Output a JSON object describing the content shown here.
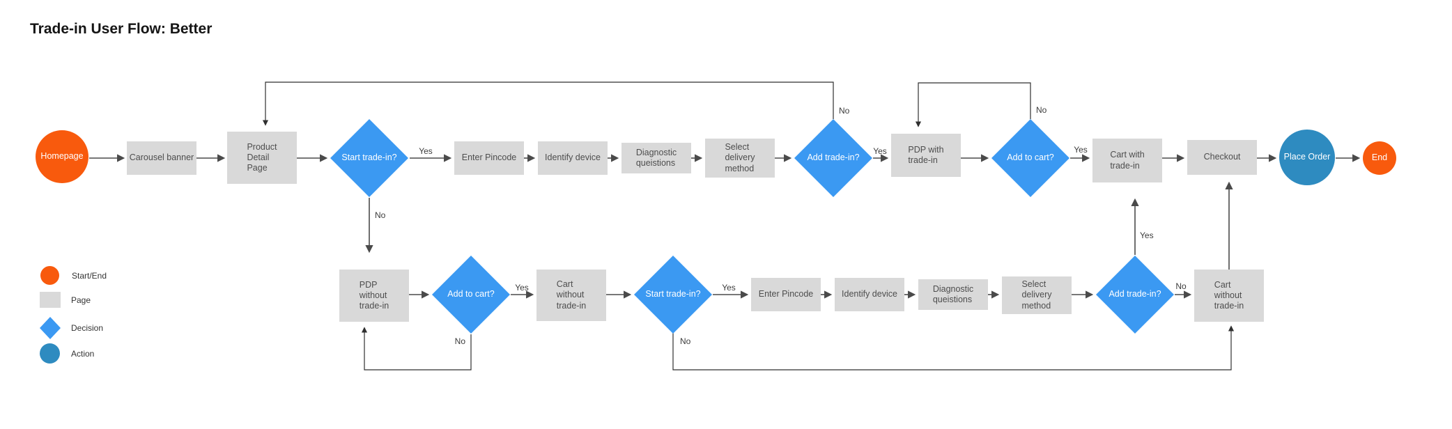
{
  "title": "Trade-in User Flow: Better",
  "colors": {
    "start_end": "#F85A0D",
    "page": "#D9D9D9",
    "decision": "#3B99F2",
    "action": "#2E8BC0",
    "edge": "#4A4A4A"
  },
  "edge_labels": {
    "yes": "Yes",
    "no": "No"
  },
  "legend": {
    "items": [
      {
        "label": "Start/End",
        "type": "circle",
        "color": "#F85A0D"
      },
      {
        "label": "Page",
        "type": "rect",
        "color": "#D9D9D9"
      },
      {
        "label": "Decision",
        "type": "diamond",
        "color": "#3B99F2"
      },
      {
        "label": "Action",
        "type": "circle",
        "color": "#2E8BC0"
      }
    ]
  },
  "nodes": {
    "homepage": {
      "label": "Homepage"
    },
    "carousel_banner": {
      "label": "Carousel banner"
    },
    "product_detail_page": {
      "label": "Product\nDetail\nPage"
    },
    "start_tradein_top": {
      "label": "Start trade-in?"
    },
    "enter_pincode_top": {
      "label": "Enter Pincode"
    },
    "identify_device_top": {
      "label": "Identify device"
    },
    "diagnostic_top": {
      "label": "Diagnostic\nqueistions"
    },
    "select_delivery_top": {
      "label": "Select\ndelivery\nmethod"
    },
    "add_tradein_top": {
      "label": "Add trade-in?"
    },
    "pdp_with_tradein": {
      "label": "PDP with\ntrade-in"
    },
    "add_to_cart_top": {
      "label": "Add to cart?"
    },
    "cart_with_tradein": {
      "label": "Cart with\ntrade-in"
    },
    "checkout": {
      "label": "Checkout"
    },
    "place_order": {
      "label": "Place Order"
    },
    "end": {
      "label": "End"
    },
    "pdp_without_tradein": {
      "label": "PDP\nwithout\ntrade-in"
    },
    "add_to_cart_bottom": {
      "label": "Add to cart?"
    },
    "cart_without_tradein_1": {
      "label": "Cart\nwithout\ntrade-in"
    },
    "start_tradein_bottom": {
      "label": "Start trade-in?"
    },
    "enter_pincode_bottom": {
      "label": "Enter Pincode"
    },
    "identify_device_bottom": {
      "label": "Identify device"
    },
    "diagnostic_bottom": {
      "label": "Diagnostic\nqueistions"
    },
    "select_delivery_bottom": {
      "label": "Select\ndelivery\nmethod"
    },
    "add_tradein_bottom": {
      "label": "Add trade-in?"
    },
    "cart_without_tradein_2": {
      "label": "Cart\nwithout\ntrade-in"
    }
  }
}
